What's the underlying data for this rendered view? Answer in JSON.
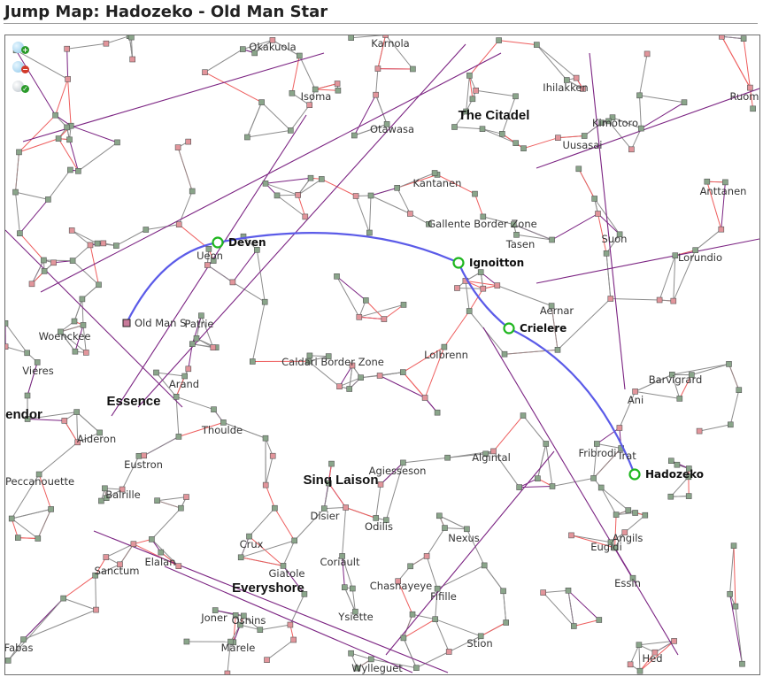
{
  "page": {
    "title": "Jump Map: Hadozeko - Old Man Star"
  },
  "toolbar": {
    "tools": [
      {
        "icon": "zoom-in-icon"
      },
      {
        "icon": "zoom-out-icon"
      },
      {
        "icon": "settings-icon"
      }
    ]
  },
  "colors": {
    "gate": "#8c8c8c",
    "regional_gate": "#ee5e5e",
    "constellation_gate": "#7b2382",
    "route": "#5b5be8",
    "route_node": "#1eb61e",
    "system_fill": "#8aa58a",
    "system_low_fill": "#e2959b"
  },
  "regions": [
    "The Citadel",
    "Essence",
    "Sinq Laison",
    "Everyshore",
    "endor"
  ],
  "systems": [
    "Okakuola",
    "Karnola",
    "Isoma",
    "Otawasa",
    "Ihilakken",
    "Kimotoro",
    "Uusasai",
    "Kantanen",
    "Anttanen",
    "Gallente Border Zone",
    "Tasen",
    "Suon",
    "Lorundio",
    "Ruom",
    "Ueon",
    "Patrie",
    "Woenckee",
    "Vieres",
    "Arand",
    "Caldari Border Zone",
    "Lolbrenn",
    "Aernar",
    "Barvigrard",
    "Ani",
    "Thoulde",
    "Aideron",
    "Eustron",
    "Fribrodi",
    "Trat",
    "Algintal",
    "Agiesseson",
    "Peccanouette",
    "Balrille",
    "Disier",
    "Odilis",
    "Nexus",
    "Angils",
    "Eugidi",
    "Essin",
    "Sanctum",
    "Elalan",
    "Crux",
    "Giatole",
    "Coriault",
    "Chasnayeye",
    "Fifille",
    "Joner",
    "Osnins",
    "Ysiette",
    "Stion",
    "Marele",
    "Fabas",
    "Wylleguet",
    "Hed"
  ],
  "route": {
    "stops": [
      "Deven",
      "Ignoitton",
      "Crielere",
      "Hadozeko"
    ],
    "origin": "Old Man Star",
    "origin_label": "Old Man S"
  }
}
